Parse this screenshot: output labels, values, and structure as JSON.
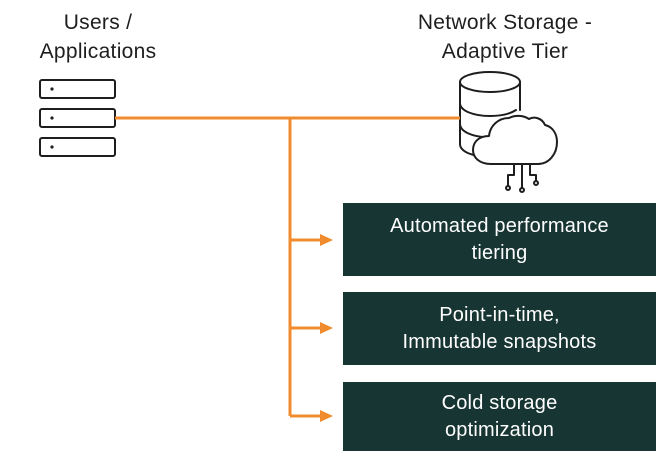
{
  "users": {
    "line1": "Users /",
    "line2": "Applications"
  },
  "storage": {
    "line1": "Network Storage -",
    "line2": "Adaptive Tier"
  },
  "features": [
    {
      "line1": "Automated performance",
      "line2": "tiering"
    },
    {
      "line1": "Point-in-time,",
      "line2": "Immutable snapshots"
    },
    {
      "line1": "Cold storage",
      "line2": "optimization"
    }
  ],
  "colors": {
    "connector": "#f08c2e",
    "box_fill": "#173533",
    "box_text": "#ffffff",
    "icon_stroke": "#1e1e1e"
  },
  "icons": {
    "users": "server-rack-icon",
    "storage": "database-cloud-icon"
  }
}
